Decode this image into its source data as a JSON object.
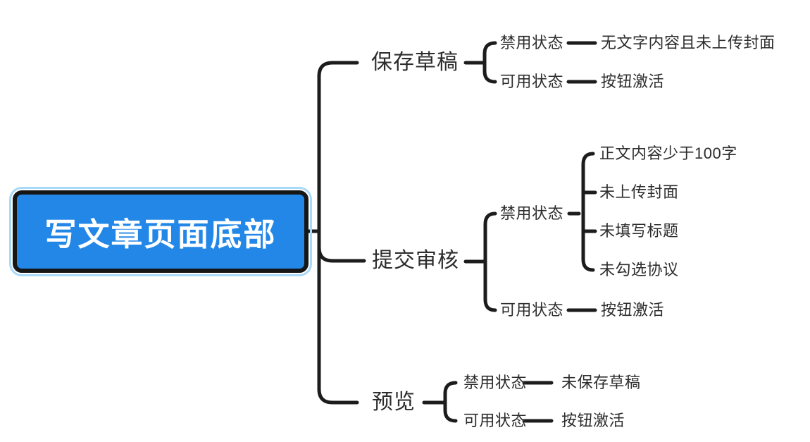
{
  "mindmap": {
    "root": {
      "label": "写文章页面底部"
    },
    "branches": [
      {
        "label": "保存草稿",
        "children": [
          {
            "label": "禁用状态",
            "leaves": [
              "无文字内容且未上传封面"
            ]
          },
          {
            "label": "可用状态",
            "leaves": [
              "按钮激活"
            ]
          }
        ]
      },
      {
        "label": "提交审核",
        "children": [
          {
            "label": "禁用状态",
            "leaves": [
              "正文内容少于100字",
              "未上传封面",
              "未填写标题",
              "未勾选协议"
            ]
          },
          {
            "label": "可用状态",
            "leaves": [
              "按钮激活"
            ]
          }
        ]
      },
      {
        "label": "预览",
        "children": [
          {
            "label": "禁用状态",
            "leaves": [
              "未保存草稿"
            ]
          },
          {
            "label": "可用状态",
            "leaves": [
              "按钮激活"
            ]
          }
        ]
      }
    ],
    "colors": {
      "root_fill": "#2287e6",
      "root_border": "#161616",
      "root_selection_outline": "#a7d9f8",
      "root_text": "#ffffff",
      "line": "#1c1c1c",
      "text": "#2d2d2d",
      "background": "#ffffff"
    }
  }
}
